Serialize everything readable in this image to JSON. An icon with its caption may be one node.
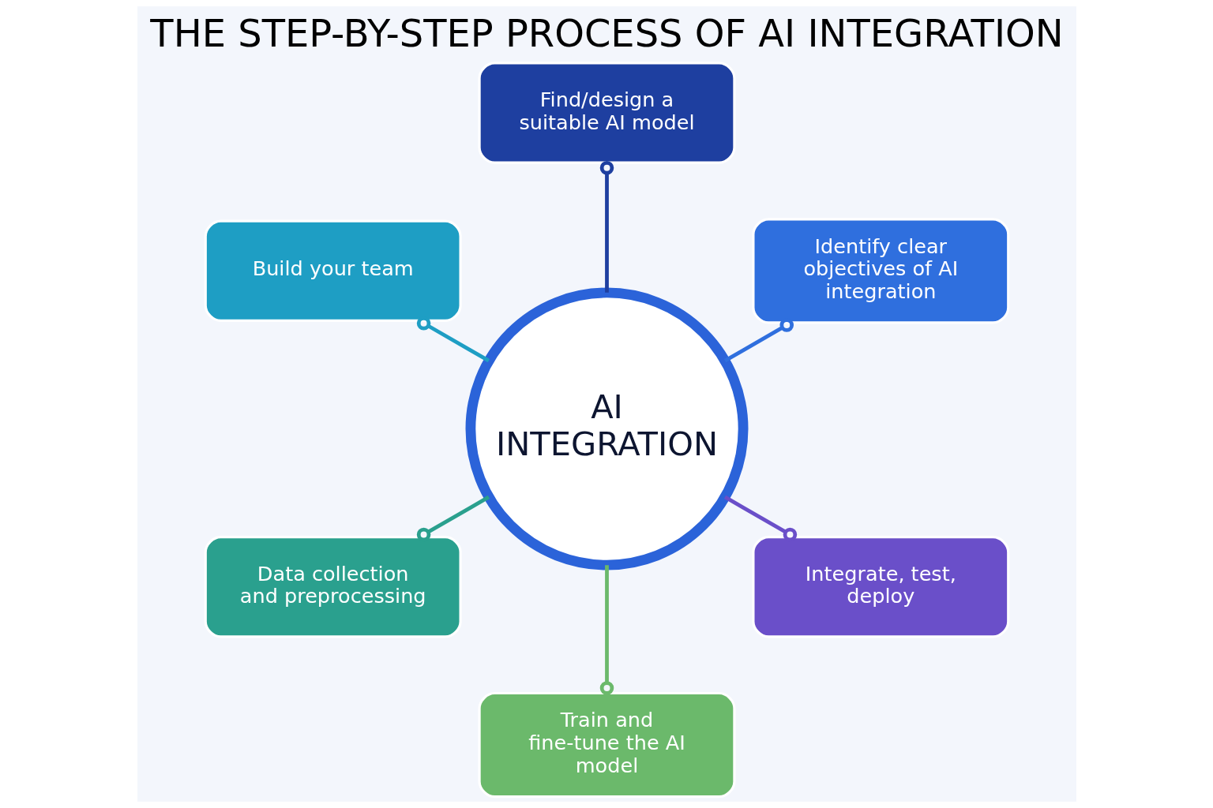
{
  "diagram": {
    "title": "THE STEP-BY-STEP PROCESS OF AI INTEGRATION",
    "nodes": [
      {
        "text": [
          "AI INTEGRATION"
        ]
      },
      {
        "text": [
          "Identify clear objectives of AI integration"
        ]
      },
      {
        "text": [
          "Find/design a suitable AI model"
        ]
      },
      {
        "text": [
          "Build your team"
        ]
      },
      {
        "text": [
          "Data collection and preprocessing"
        ]
      },
      {
        "text": [
          "Train and fine-tune the AI model"
        ]
      },
      {
        "text": [
          "Integrate, test, deploy"
        ]
      }
    ],
    "edges": [
      {
        "from": 0,
        "to": 1,
        "arrow": "other",
        "color": "#2f6fde"
      },
      {
        "from": 0,
        "to": 2,
        "arrow": "other",
        "color": "#1e3fa0"
      },
      {
        "from": 0,
        "to": 3,
        "arrow": "other",
        "color": "#1e9ec4"
      },
      {
        "from": 0,
        "to": 4,
        "arrow": "other",
        "color": "#2aa08e"
      },
      {
        "from": 0,
        "to": 5,
        "arrow": "other",
        "color": "#6bb96b"
      },
      {
        "from": 0,
        "to": 6,
        "arrow": "other",
        "color": "#6a4fc9"
      }
    ]
  }
}
